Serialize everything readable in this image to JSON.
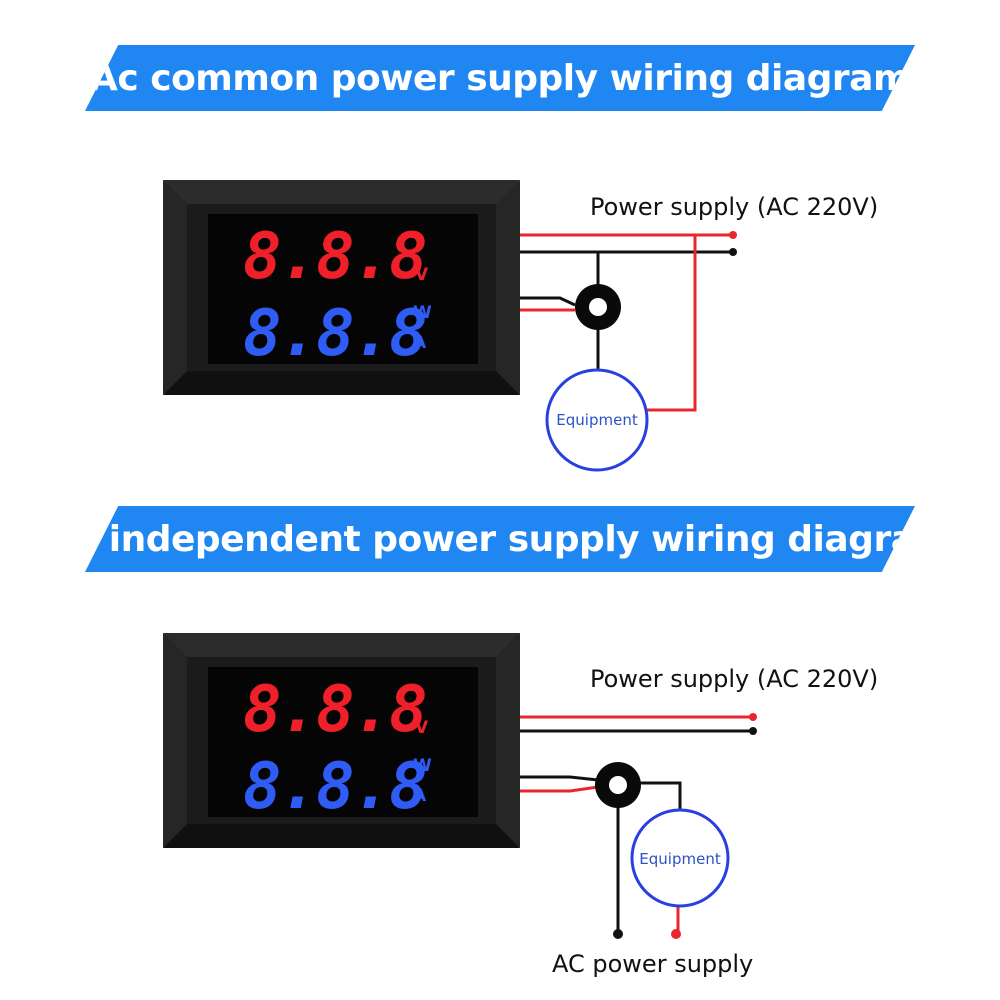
{
  "sections": [
    {
      "title": "Ac common power supply wiring diagram",
      "power_label": "Power supply (AC 220V)",
      "equipment_label": "Equipment"
    },
    {
      "title": "Ac independent power supply wiring diagram",
      "power_label": "Power supply (AC 220V)",
      "equipment_label": "Equipment",
      "ac_supply_label": "AC power supply"
    }
  ],
  "meter": {
    "top_digits": "8.8.8",
    "bottom_digits": "8.8.8",
    "unit_v": "V",
    "unit_w": "W",
    "unit_a": "A"
  },
  "colors": {
    "banner": "#1f86f2",
    "red_display": "#f0202a",
    "blue_display": "#2f5cf5",
    "wire_red": "#e8262b",
    "wire_black": "#111111",
    "equipment_circle": "#2a3fe0"
  }
}
